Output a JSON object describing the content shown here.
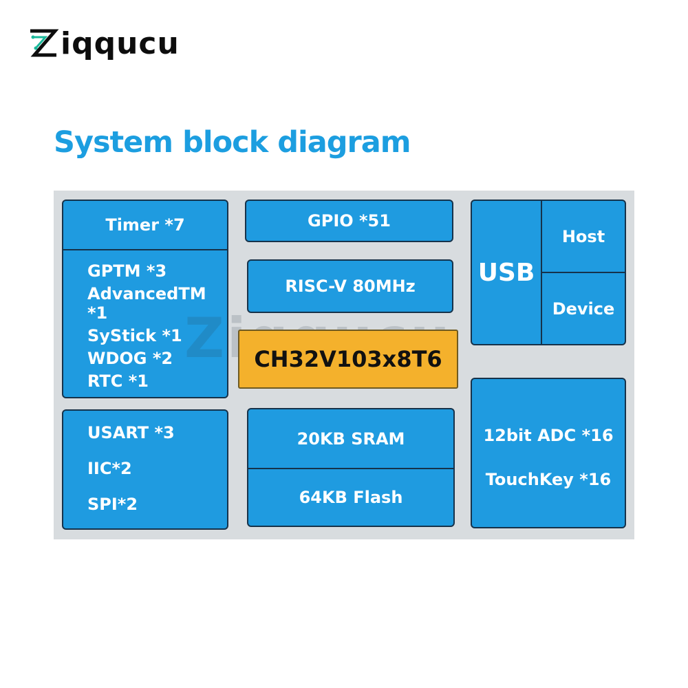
{
  "brand": {
    "name": "Ziqqucu",
    "logo_letters": "iqqucu"
  },
  "heading": "System block diagram",
  "diagram": {
    "timer": {
      "title": "Timer *7",
      "items": [
        "GPTM *3",
        "AdvancedTM *1",
        "SyStick  *1",
        "WDOG *2",
        "RTC *1"
      ]
    },
    "comm": {
      "items": [
        "USART *3",
        "IIC*2",
        "SPI*2"
      ]
    },
    "gpio": "GPIO *51",
    "core": "RISC-V  80MHz",
    "chip": "CH32V103x8T6",
    "memory": {
      "sram": "20KB SRAM",
      "flash": "64KB Flash"
    },
    "usb": {
      "label": "USB",
      "host": "Host",
      "device": "Device"
    },
    "analog": {
      "adc": "12bit ADC *16",
      "touch": "TouchKey *16"
    }
  },
  "colors": {
    "block": "#1f9be0",
    "chip": "#f4b12c",
    "heading": "#1c9ee0",
    "panel": "#d8dcdf",
    "logo_accent": "#1ab89a"
  },
  "icons": {
    "logo_mark": "circuit-z-icon"
  }
}
